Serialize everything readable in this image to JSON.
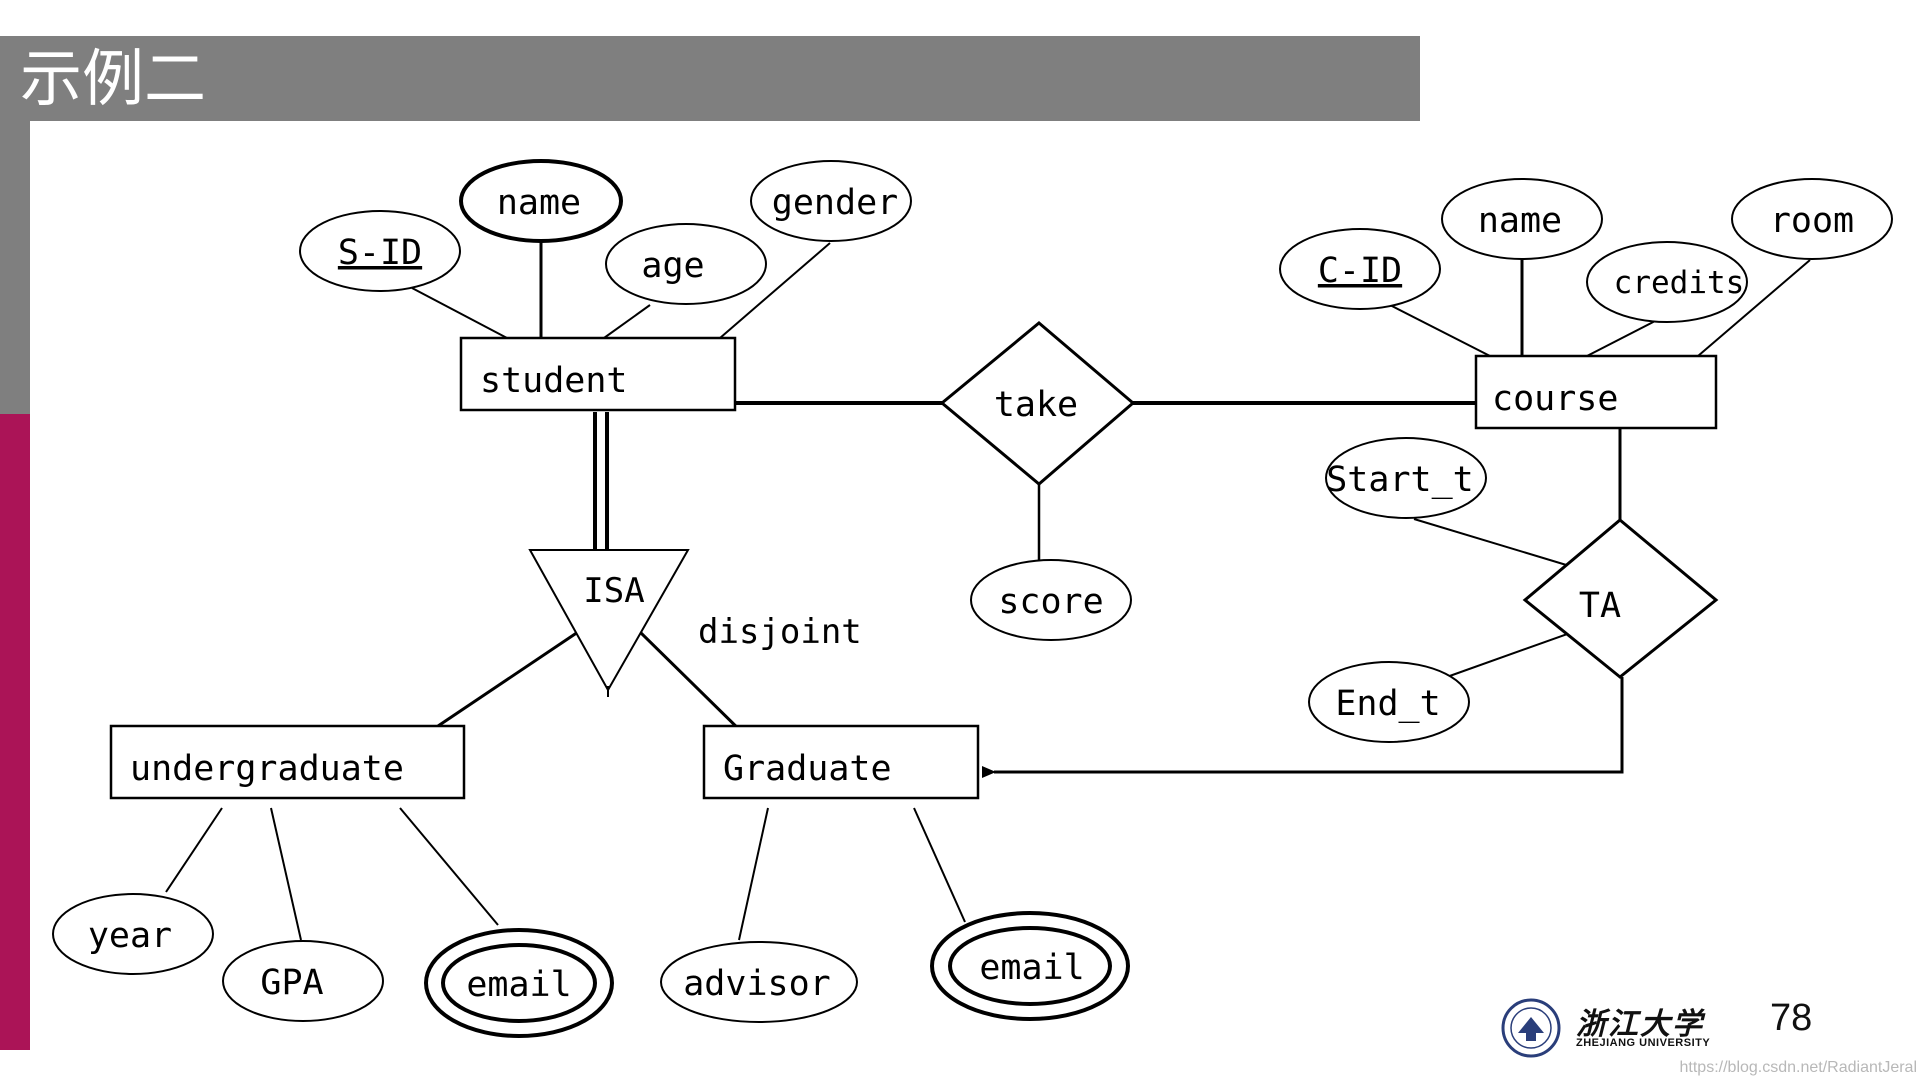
{
  "slide": {
    "title": "示例二",
    "page_number": "78",
    "logo_cn": "浙江大学",
    "logo_en": "ZHEJIANG UNIVERSITY",
    "watermark": "https://blog.csdn.net/RadiantJeral"
  },
  "entities": {
    "student": "student",
    "course": "course",
    "undergraduate": "undergraduate",
    "graduate": "Graduate"
  },
  "relationships": {
    "take": "take",
    "ta": "TA"
  },
  "isa": {
    "label": "ISA",
    "constraint": "disjoint"
  },
  "attributes": {
    "student_sid": "S-ID",
    "student_name": "name",
    "student_age": "age",
    "student_gender": "gender",
    "course_cid": "C-ID",
    "course_name": "name",
    "course_credits": "credits",
    "course_room": "room",
    "take_score": "score",
    "ta_start": "Start_t",
    "ta_end": "End_t",
    "ug_year": "year",
    "ug_gpa": "GPA",
    "ug_email": "email",
    "grad_advisor": "advisor",
    "grad_email": "email"
  },
  "colors": {
    "title_bar": "#7f7f7f",
    "side_accent": "#ab1457"
  }
}
